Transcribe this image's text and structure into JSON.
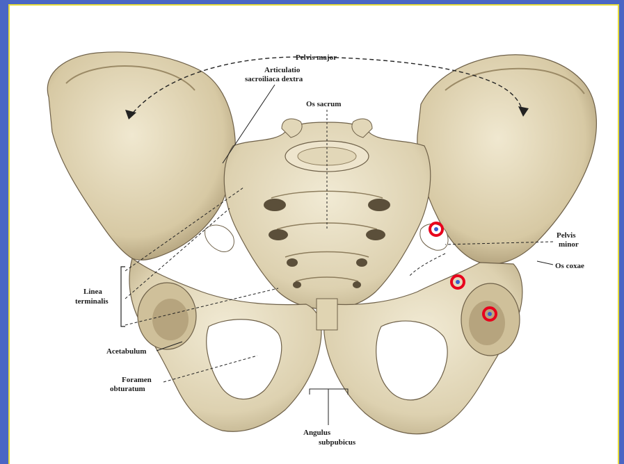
{
  "labels": {
    "pelvis_major": "Pelvis major",
    "articulatio_line1": "Articulatio",
    "articulatio_line2": "sacroiliaca dextra",
    "os_sacrum": "Os sacrum",
    "pelvis_minor_line1": "Pelvis",
    "pelvis_minor_line2": "minor",
    "os_coxae": "Os coxae",
    "linea_line1": "Linea",
    "linea_line2": "terminalis",
    "acetabulum": "Acetabulum",
    "foramen_line1": "Foramen",
    "foramen_line2": "obturatum",
    "angulus_line1": "Angulus",
    "angulus_line2": "subpubicus"
  },
  "colors": {
    "background": "#4a66c4",
    "frame_border": "#e6dc3a",
    "bone": "#e6dcc0",
    "bone_shadow": "#b9aa84",
    "marker_ring": "#e8001c",
    "marker_dot": "#3a5fcf"
  },
  "markers": [
    "marker-1",
    "marker-2",
    "marker-3"
  ]
}
